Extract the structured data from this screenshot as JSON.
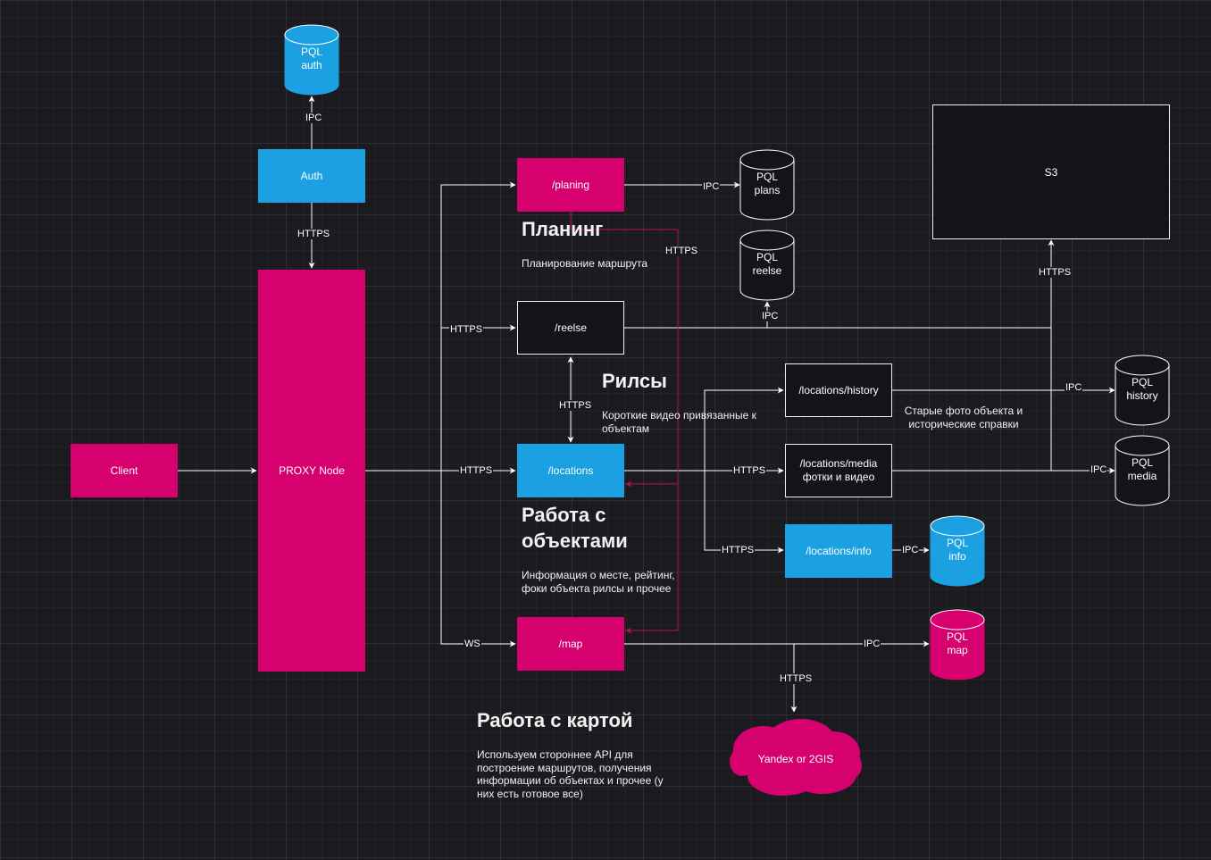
{
  "colors": {
    "background": "#1b1a1f",
    "pink": "#d6006e",
    "blue": "#1ba1e2",
    "dark_box": "#141317",
    "line": "#ffffff",
    "line_red": "#b0164f"
  },
  "nodes": {
    "client": "Client",
    "proxy": "PROXY Node",
    "auth": "Auth",
    "planing": "/planing",
    "reelse": "/reelse",
    "locations": "/locations",
    "map": "/map",
    "loc_history": "/locations/history",
    "loc_media_line1": "/locations/media",
    "loc_media_line2": "фотки и видео",
    "loc_info": "/locations/info",
    "s3": "S3",
    "cloud": "Yandex or 2GIS"
  },
  "databases": {
    "auth": [
      "PQL",
      "auth"
    ],
    "plans": [
      "PQL",
      "plans"
    ],
    "reelse": [
      "PQL",
      "reelse"
    ],
    "history": [
      "PQL",
      "history"
    ],
    "media": [
      "PQL",
      "media"
    ],
    "info": [
      "PQL",
      "info"
    ],
    "map": [
      "PQL",
      "map"
    ]
  },
  "edge_labels": {
    "ipc": "IPC",
    "https": "HTTPS",
    "ws": "WS"
  },
  "sections": {
    "planing": {
      "title": "Планинг",
      "desc": "Планирование маршрута"
    },
    "reels": {
      "title": "Рилсы",
      "desc": "Короткие видео привязанные к объектам"
    },
    "objects": {
      "title": "Работа с объектами",
      "desc": "Информация о месте, рейтинг, фоки объекта рилсы и прочее"
    },
    "map": {
      "title": "Работа с картой",
      "desc": "Используем стороннее API для построение маршрутов, получения информации об объектах и прочее (у них есть готовое все)"
    },
    "history_note": "Старые фото объекта и исторические справки"
  }
}
